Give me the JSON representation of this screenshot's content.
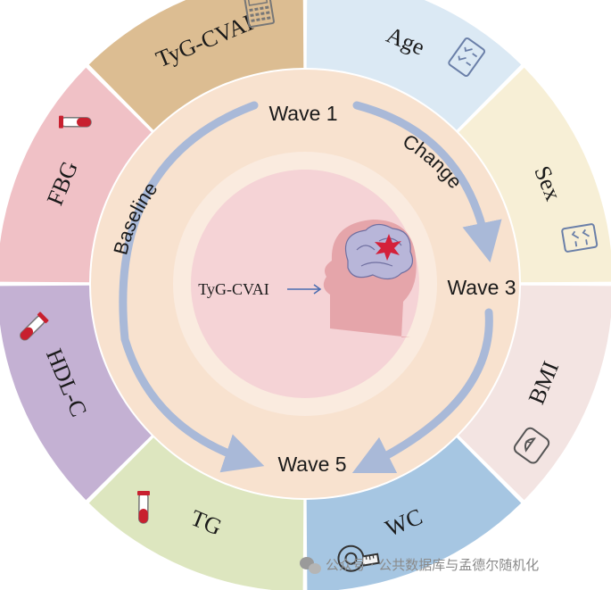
{
  "segments": [
    {
      "id": "tyg-cvai",
      "label": "TyG-CVAI",
      "color": "#dcbd92",
      "icon": "calculator-icon"
    },
    {
      "id": "age",
      "label": "Age",
      "color": "#dbe9f4",
      "icon": "checklist-icon"
    },
    {
      "id": "sex",
      "label": "Sex",
      "color": "#f7efd6",
      "icon": "checklist-icon"
    },
    {
      "id": "bmi",
      "label": "BMI",
      "color": "#f3e4e2",
      "icon": "scale-icon"
    },
    {
      "id": "wc",
      "label": "WC",
      "color": "#a6c6e2",
      "icon": "tape-measure-icon"
    },
    {
      "id": "tg",
      "label": "TG",
      "color": "#dde6bf",
      "icon": "test-tube-icon"
    },
    {
      "id": "hdl-c",
      "label": "HDL-C",
      "color": "#c4b1d3",
      "icon": "test-tube-icon"
    },
    {
      "id": "fbg",
      "label": "FBG",
      "color": "#f0c1c6",
      "icon": "test-tube-icon"
    }
  ],
  "waves": {
    "wave1": "Wave 1",
    "wave3": "Wave 3",
    "wave5": "Wave 5"
  },
  "arcs": {
    "baseline": "Baseline",
    "change": "Change"
  },
  "center": {
    "label": "TyG-CVAI",
    "icon": "brain-head-icon"
  },
  "watermark": {
    "text": "公众号 · 公共数据库与孟德尔随机化",
    "icon": "wechat-icon"
  },
  "colors": {
    "middle_ring": "#f8e2cf",
    "inner_ring": "#faebdf",
    "center_disk": "#f5d3d6",
    "arrow": "#a9b9d8",
    "head": "#e5a5aa",
    "brain": "#b8b6d9",
    "burst": "#d4213a"
  }
}
